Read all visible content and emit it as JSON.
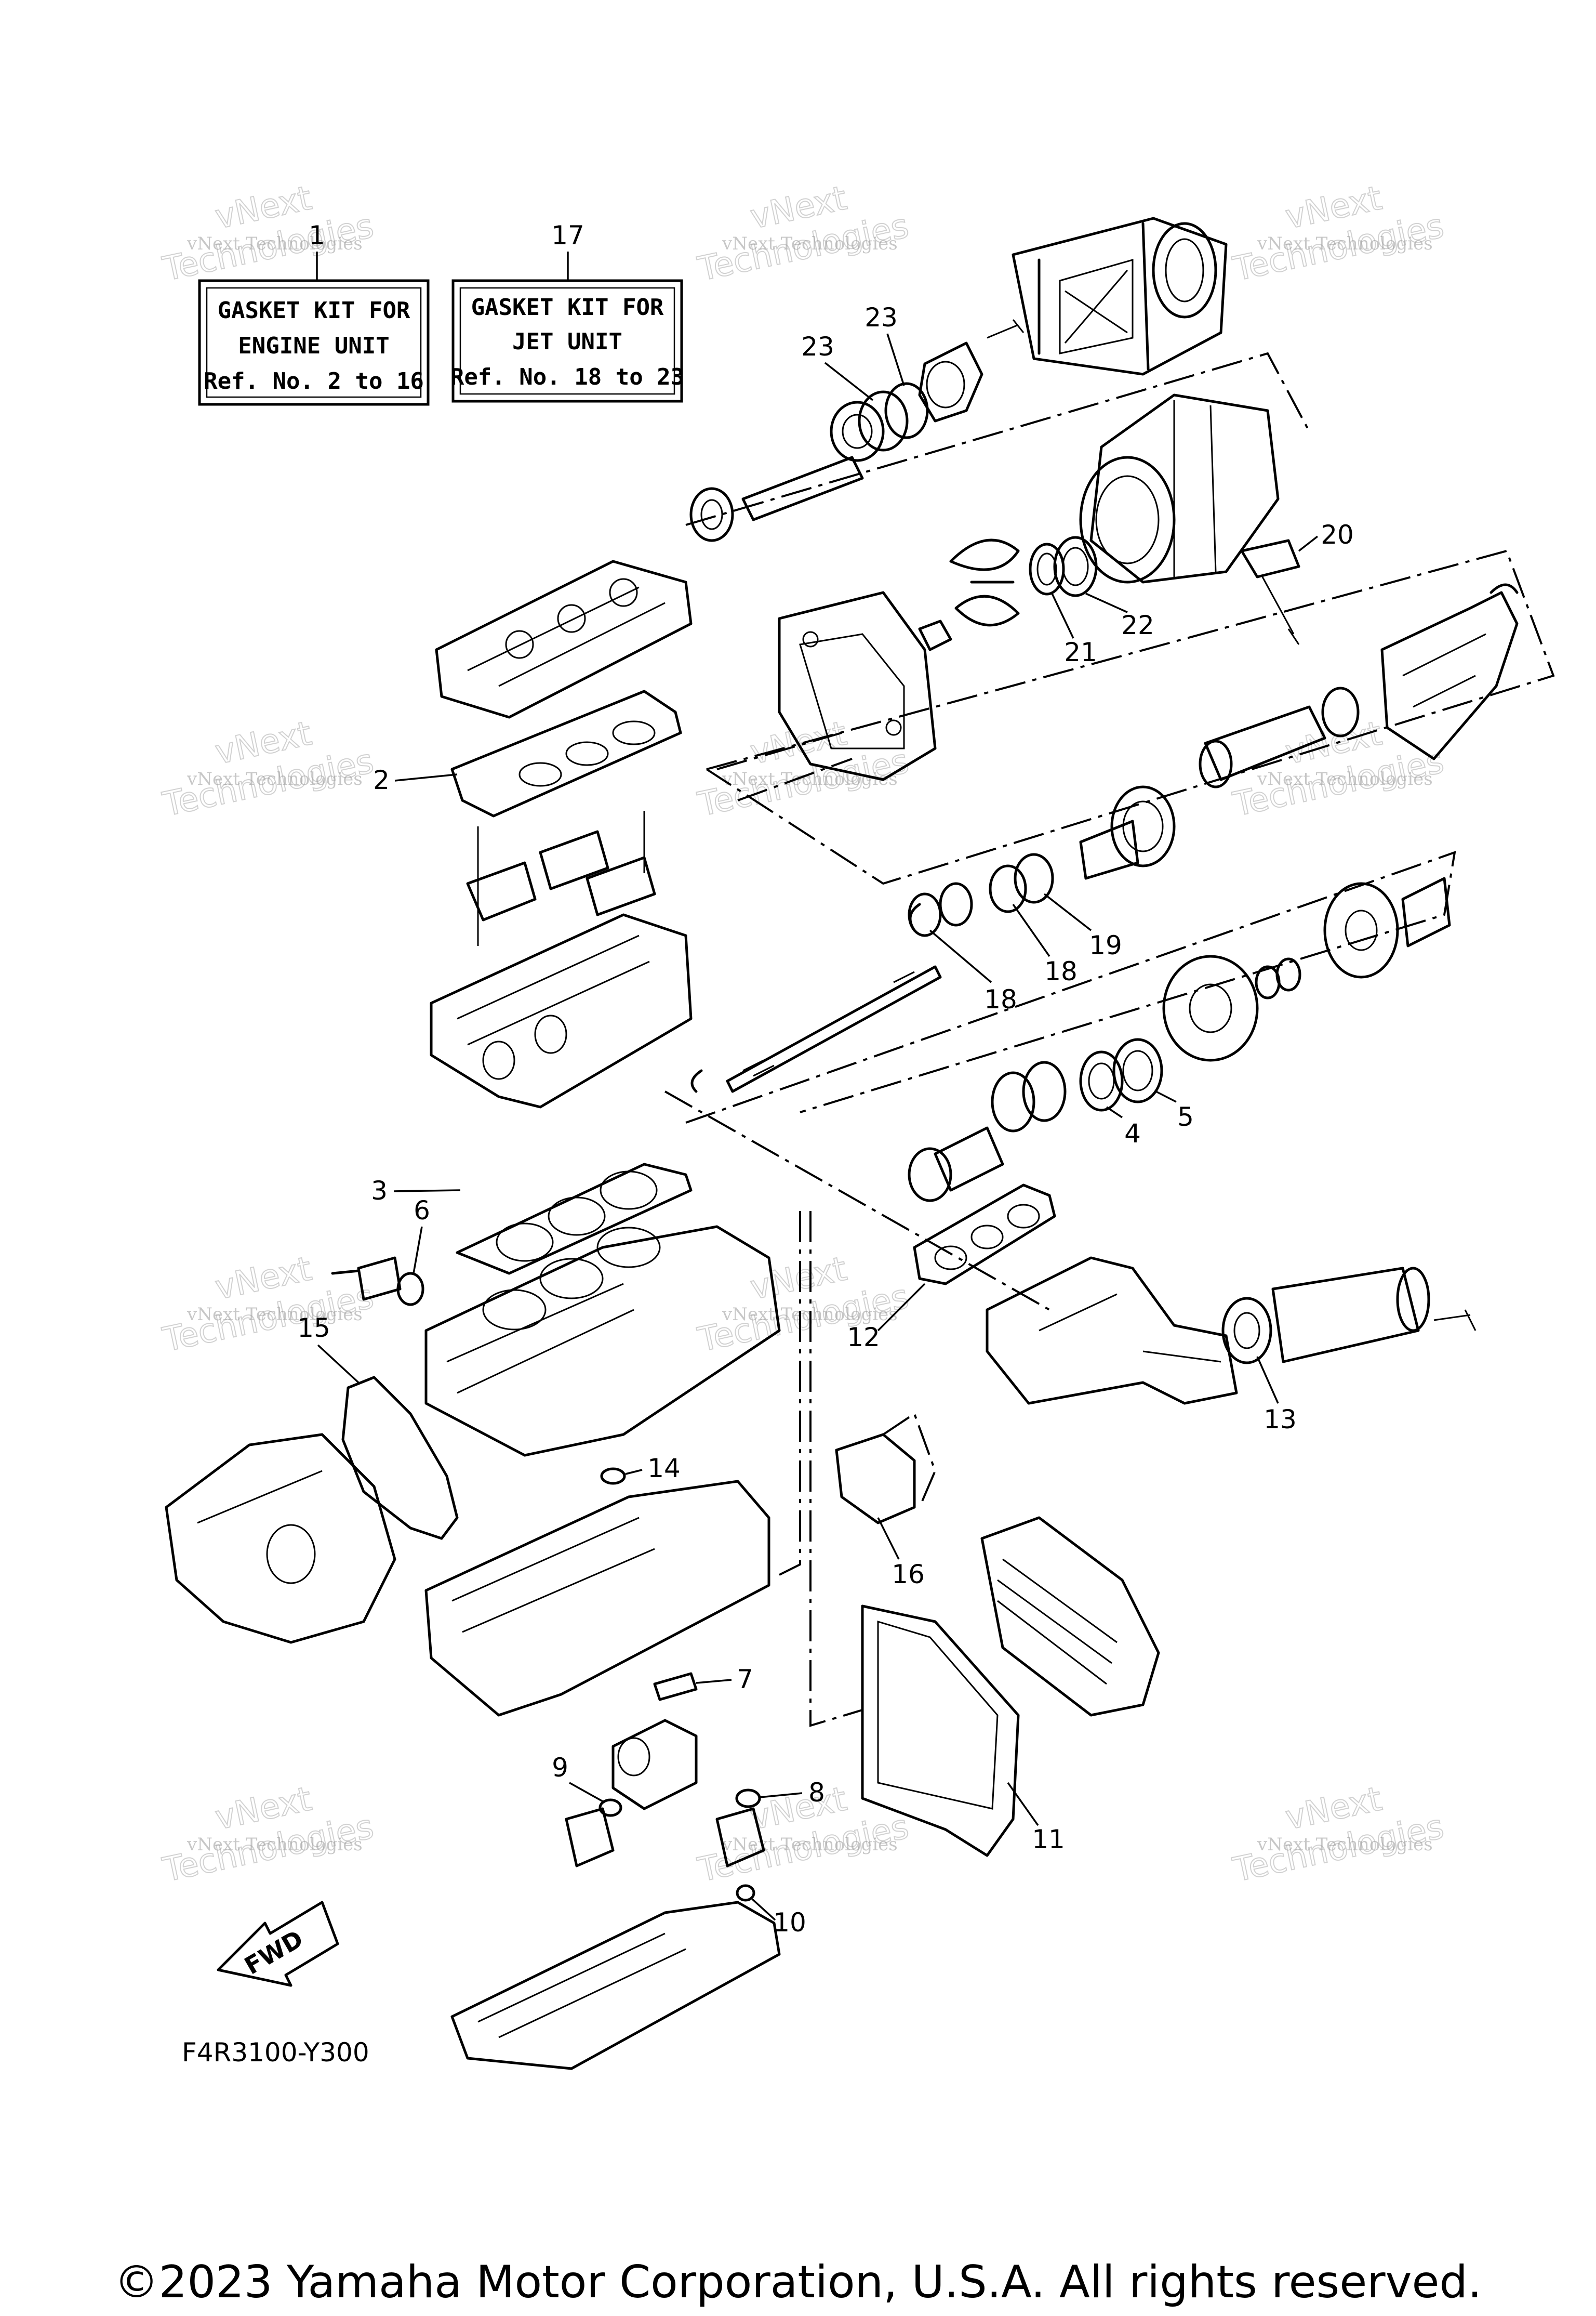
{
  "diagram_code": "F4R3100-Y300",
  "copyright": "©2023 Yamaha Motor Corporation, U.S.A. All rights reserved.",
  "fwd_label": "FWD",
  "watermark": {
    "line1": "vNext Technologies",
    "line2": "vNext",
    "line3": "Technologies"
  },
  "kit_boxes": [
    {
      "ref": "1",
      "line1": "GASKET KIT FOR",
      "line2": "ENGINE UNIT",
      "line3": "Ref. No. 2 to 16"
    },
    {
      "ref": "17",
      "line1": "GASKET KIT FOR",
      "line2": "JET UNIT",
      "line3": "Ref. No. 18 to 23"
    }
  ],
  "callouts": {
    "c2": "2",
    "c3": "3",
    "c4": "4",
    "c5": "5",
    "c6": "6",
    "c7": "7",
    "c8": "8",
    "c9": "9",
    "c10": "10",
    "c11": "11",
    "c12": "12",
    "c13": "13",
    "c14": "14",
    "c15": "15",
    "c16": "16",
    "c18a": "18",
    "c18b": "18",
    "c19": "19",
    "c20": "20",
    "c21": "21",
    "c22": "22",
    "c23a": "23",
    "c23b": "23"
  }
}
